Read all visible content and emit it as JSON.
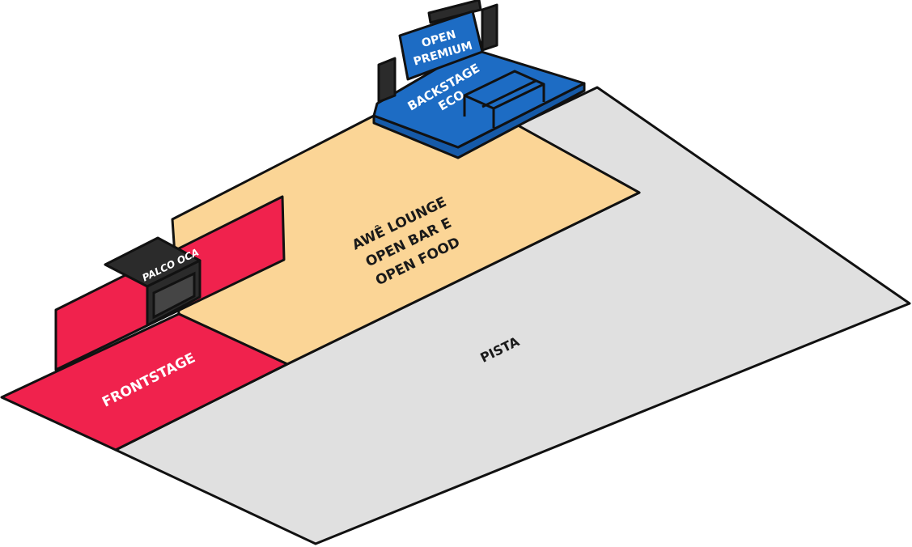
{
  "zones": {
    "pista": {
      "label": "PISTA",
      "color": "#e0e0e0"
    },
    "lounge": {
      "lines": [
        "AWÊ LOUNGE",
        "OPEN BAR E",
        "OPEN FOOD"
      ],
      "color": "#fbd596"
    },
    "frontstage": {
      "label": "FRONTSTAGE",
      "color": "#f0224d"
    },
    "palco_oca": {
      "label": "PALCO OCA",
      "color": "#f0224d"
    },
    "backstage_eco": {
      "lines": [
        "BACKSTAGE",
        "ECO"
      ],
      "color": "#1d6cc4"
    },
    "open_premium": {
      "lines": [
        "OPEN",
        "PREMIUM"
      ],
      "color": "#1d6cc4"
    }
  }
}
